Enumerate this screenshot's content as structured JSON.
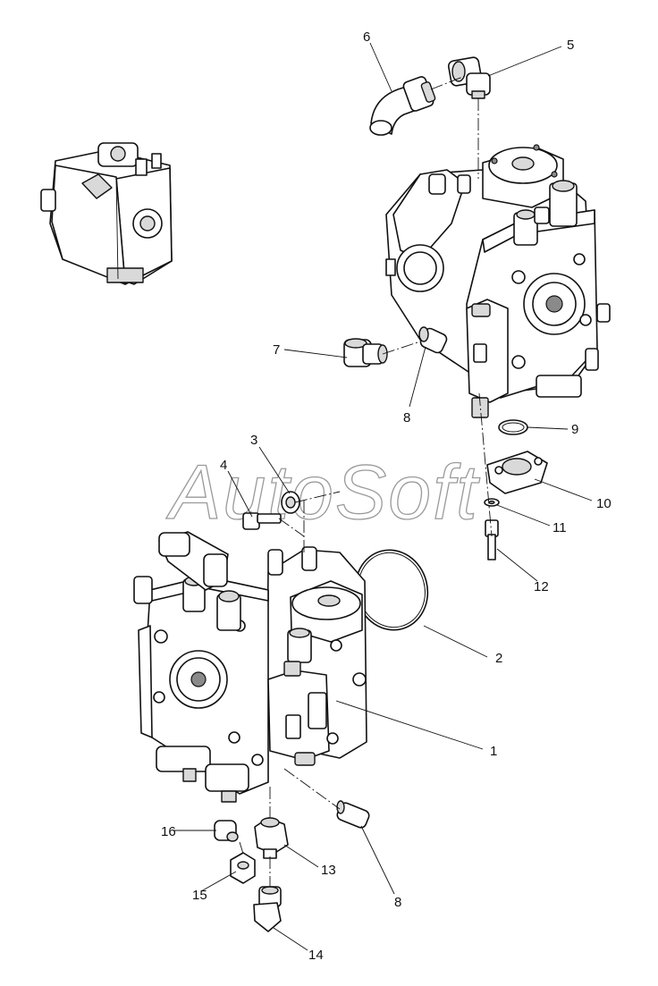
{
  "watermark": "AutoSoft",
  "callouts": {
    "c1": "1",
    "c2": "2",
    "c3": "3",
    "c4": "4",
    "c5": "5",
    "c6": "6",
    "c7": "7",
    "c8a": "8",
    "c8b": "8",
    "c9": "9",
    "c10": "10",
    "c11": "11",
    "c12": "12",
    "c13": "13",
    "c14": "14",
    "c15": "15",
    "c16": "16"
  }
}
